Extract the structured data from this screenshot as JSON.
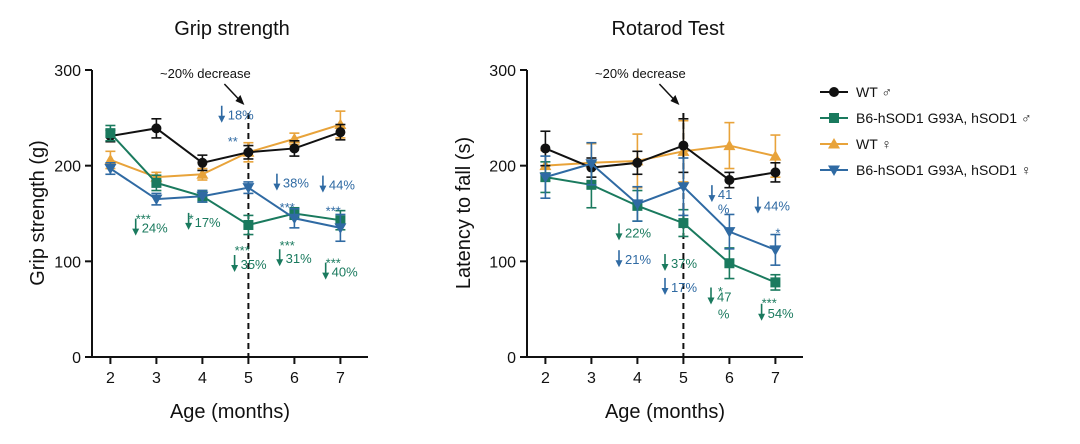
{
  "colors": {
    "wt_male": "#111111",
    "sod_male": "#1a7a5e",
    "wt_female": "#e8a33a",
    "sod_female": "#2f6aa3"
  },
  "legend": {
    "items": [
      {
        "key": "wt_male",
        "label": "WT ♂",
        "marker": "circle"
      },
      {
        "key": "sod_male",
        "label": "B6-hSOD1 G93A, hSOD1 ♂",
        "marker": "square"
      },
      {
        "key": "wt_female",
        "label": "WT ♀",
        "marker": "triangle-up"
      },
      {
        "key": "sod_female",
        "label": "B6-hSOD1 G93A, hSOD1 ♀",
        "marker": "triangle-down"
      }
    ]
  },
  "chart_data": [
    {
      "type": "line",
      "title": "Grip strength",
      "xlabel": "Age (months)",
      "ylabel": "Grip strength  (g)",
      "x": [
        2,
        3,
        4,
        5,
        6,
        7
      ],
      "xlim": [
        1.6,
        7.6
      ],
      "ylim": [
        0,
        300
      ],
      "yticks": [
        0,
        100,
        200,
        300
      ],
      "vline": {
        "x": 5,
        "label": "~20% decrease"
      },
      "series": [
        {
          "key": "wt_female",
          "values": [
            206,
            188,
            191,
            214,
            228,
            243
          ],
          "err": [
            9,
            5,
            6,
            10,
            6,
            14
          ]
        },
        {
          "key": "wt_male",
          "values": [
            231,
            239,
            203,
            214,
            218,
            235
          ],
          "err": [
            6,
            10,
            8,
            7,
            8,
            8
          ]
        },
        {
          "key": "sod_male",
          "values": [
            234,
            182,
            168,
            138,
            150,
            143
          ],
          "err": [
            8,
            8,
            6,
            10,
            6,
            10
          ]
        },
        {
          "key": "sod_female",
          "values": [
            197,
            165,
            168,
            177,
            145,
            135
          ],
          "err": [
            6,
            6,
            6,
            6,
            10,
            14
          ]
        }
      ],
      "annotations": [
        {
          "key": "sod_male",
          "x": 2.55,
          "y": 146,
          "text": "***",
          "type": "star"
        },
        {
          "key": "sod_male",
          "x": 2.55,
          "y": 130,
          "text": "24%",
          "type": "arrow"
        },
        {
          "key": "sod_male",
          "x": 3.7,
          "y": 146,
          "text": "*",
          "type": "star"
        },
        {
          "key": "sod_male",
          "x": 3.7,
          "y": 136,
          "text": "17%",
          "type": "arrow"
        },
        {
          "key": "sod_female",
          "x": 4.42,
          "y": 248,
          "text": "18%",
          "type": "arrow"
        },
        {
          "key": "sod_female",
          "x": 4.55,
          "y": 227,
          "text": "**",
          "type": "star"
        },
        {
          "key": "sod_male",
          "x": 4.7,
          "y": 113,
          "text": "***",
          "type": "star"
        },
        {
          "key": "sod_male",
          "x": 4.7,
          "y": 92,
          "text": "35%",
          "type": "arrow"
        },
        {
          "key": "sod_female",
          "x": 5.62,
          "y": 177,
          "text": "38%",
          "type": "arrow"
        },
        {
          "key": "sod_female",
          "x": 5.68,
          "y": 158,
          "text": "***",
          "type": "star"
        },
        {
          "key": "sod_male",
          "x": 5.68,
          "y": 118,
          "text": "***",
          "type": "star"
        },
        {
          "key": "sod_male",
          "x": 5.68,
          "y": 98,
          "text": "31%",
          "type": "arrow"
        },
        {
          "key": "sod_female",
          "x": 6.62,
          "y": 175,
          "text": "44%",
          "type": "arrow"
        },
        {
          "key": "sod_female",
          "x": 6.68,
          "y": 154,
          "text": "***",
          "type": "star"
        },
        {
          "key": "sod_male",
          "x": 6.68,
          "y": 100,
          "text": "***",
          "type": "star"
        },
        {
          "key": "sod_male",
          "x": 6.68,
          "y": 84,
          "text": "40%",
          "type": "arrow"
        }
      ]
    },
    {
      "type": "line",
      "title": "Rotarod Test",
      "xlabel": "Age (months)",
      "ylabel": "Latency to fall (s)",
      "x": [
        2,
        3,
        4,
        5,
        6,
        7
      ],
      "xlim": [
        1.6,
        7.6
      ],
      "ylim": [
        0,
        300
      ],
      "yticks": [
        0,
        100,
        200,
        300
      ],
      "vline": {
        "x": 5,
        "label": "~20% decrease"
      },
      "series": [
        {
          "key": "wt_female",
          "values": [
            200,
            203,
            205,
            215,
            221,
            210
          ],
          "err": [
            16,
            20,
            28,
            32,
            24,
            22
          ]
        },
        {
          "key": "wt_male",
          "values": [
            218,
            198,
            203,
            221,
            185,
            193
          ],
          "err": [
            18,
            10,
            12,
            28,
            8,
            10
          ]
        },
        {
          "key": "sod_male",
          "values": [
            188,
            180,
            158,
            140,
            98,
            78
          ],
          "err": [
            16,
            24,
            16,
            14,
            16,
            8
          ]
        },
        {
          "key": "sod_female",
          "values": [
            188,
            202,
            160,
            178,
            131,
            112
          ],
          "err": [
            22,
            22,
            18,
            30,
            18,
            16
          ]
        }
      ],
      "annotations": [
        {
          "key": "sod_male",
          "x": 3.6,
          "y": 125,
          "text": "22%",
          "type": "arrow"
        },
        {
          "key": "sod_female",
          "x": 3.6,
          "y": 97,
          "text": "21%",
          "type": "arrow"
        },
        {
          "key": "sod_male",
          "x": 4.6,
          "y": 93,
          "text": "37%",
          "type": "arrow"
        },
        {
          "key": "sod_female",
          "x": 4.6,
          "y": 68,
          "text": "17%",
          "type": "arrow"
        },
        {
          "key": "sod_female",
          "x": 5.62,
          "y": 165,
          "text": "41",
          "type": "arrow"
        },
        {
          "key": "sod_female",
          "x": 5.75,
          "y": 150,
          "text": "%",
          "type": "plain"
        },
        {
          "key": "sod_male",
          "x": 5.6,
          "y": 58,
          "text": "47",
          "type": "arrow"
        },
        {
          "key": "sod_male",
          "x": 5.75,
          "y": 70,
          "text": "*",
          "type": "star"
        },
        {
          "key": "sod_male",
          "x": 5.75,
          "y": 40,
          "text": "%",
          "type": "plain"
        },
        {
          "key": "sod_female",
          "x": 6.62,
          "y": 153,
          "text": "44%",
          "type": "arrow"
        },
        {
          "key": "sod_female",
          "x": 7.0,
          "y": 131,
          "text": "*",
          "type": "star"
        },
        {
          "key": "sod_male",
          "x": 6.7,
          "y": 58,
          "text": "***",
          "type": "star"
        },
        {
          "key": "sod_male",
          "x": 6.7,
          "y": 41,
          "text": "54%",
          "type": "arrow"
        }
      ]
    }
  ]
}
